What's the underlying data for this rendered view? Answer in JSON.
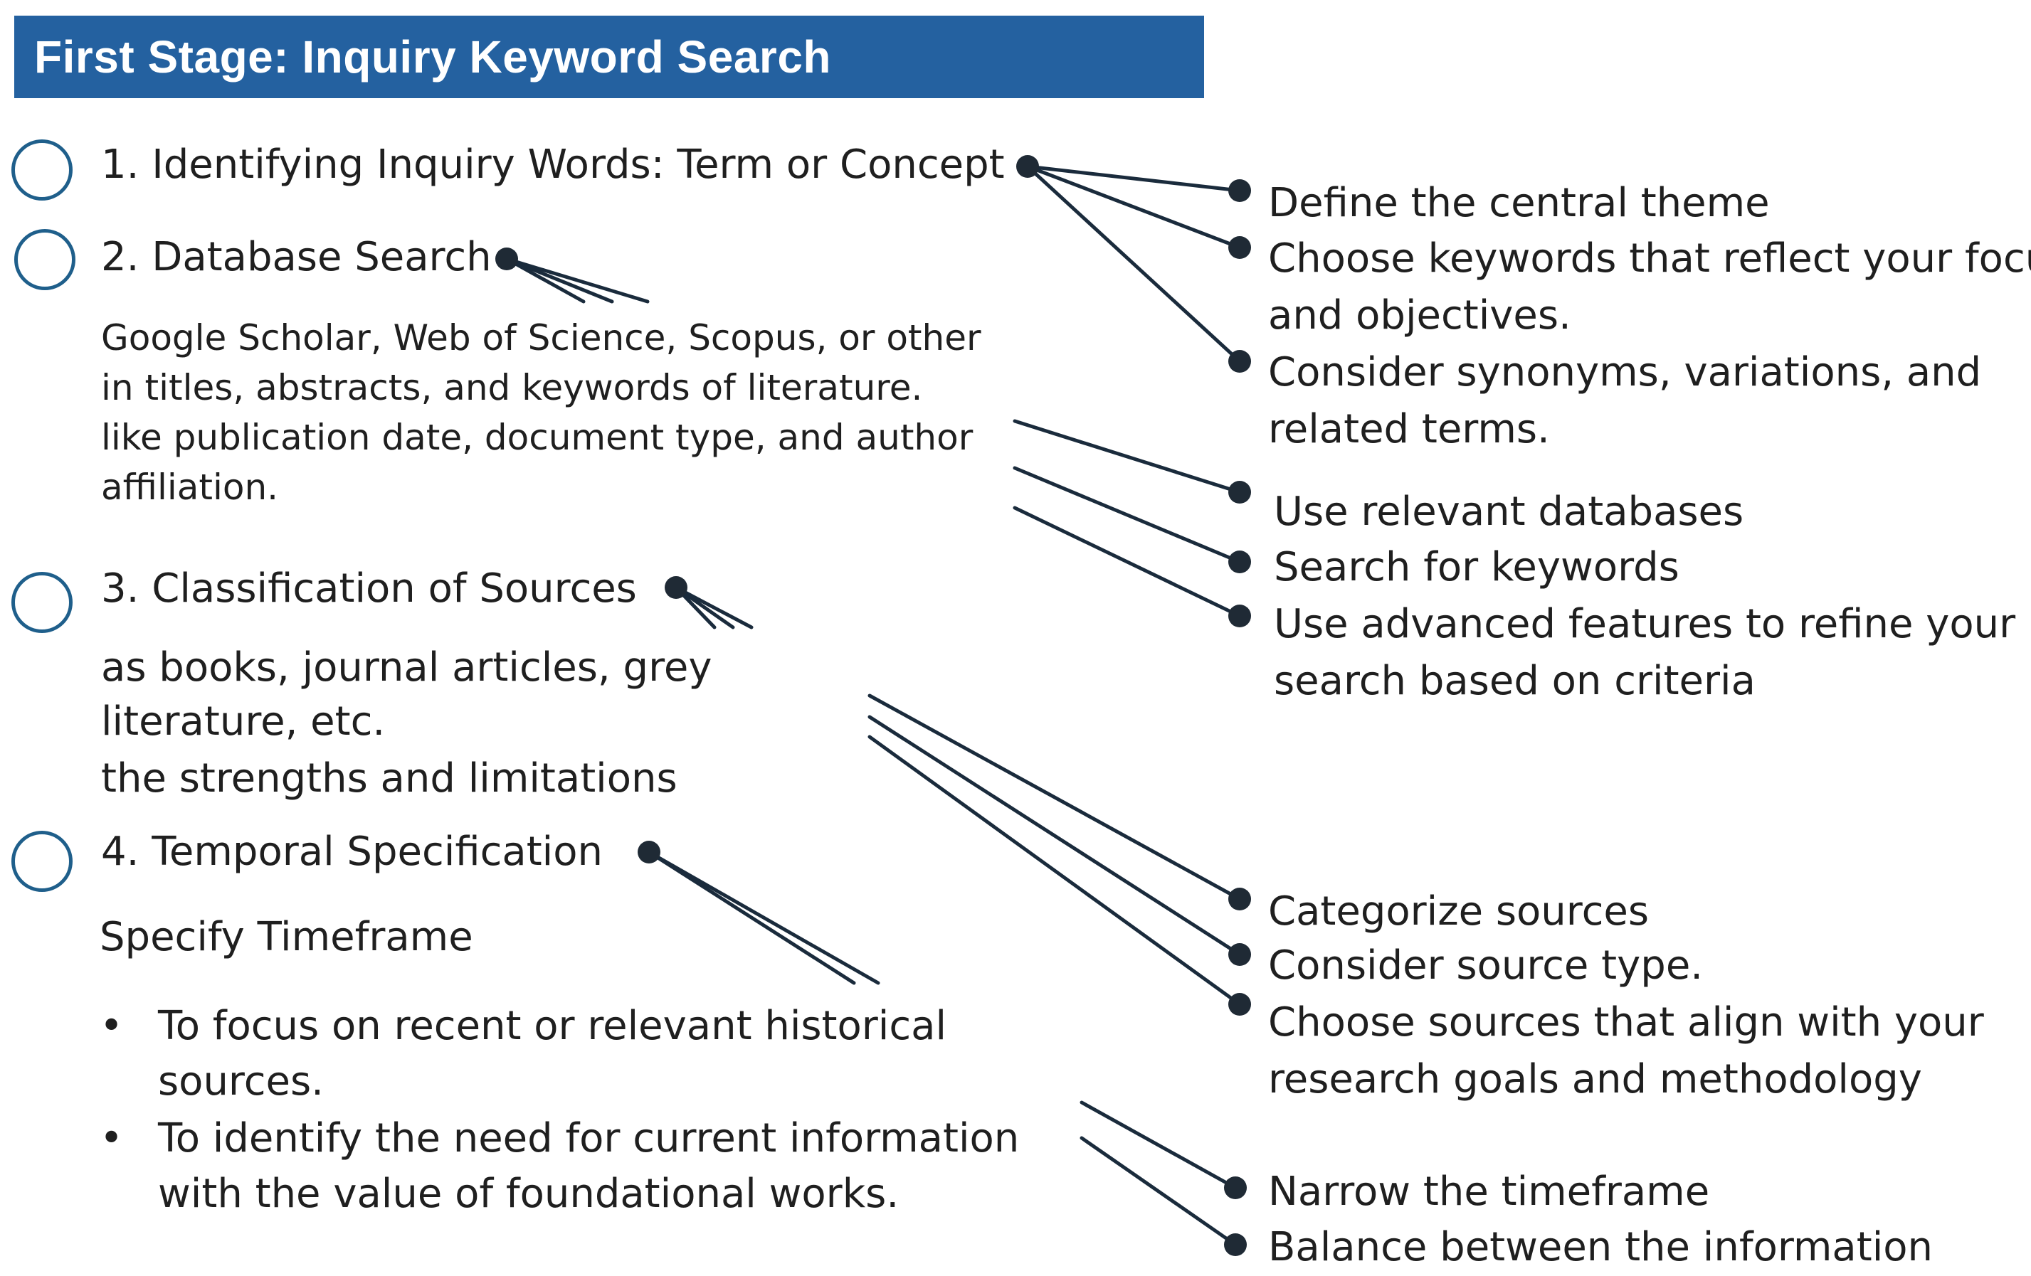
{
  "title": "First Stage: Inquiry Keyword Search",
  "colors": {
    "title_bg": "#2461a0",
    "circle": "#1f5f8b",
    "line": "#1a2b3c"
  },
  "stages": [
    {
      "heading": "1. Identifying Inquiry Words: Term or Concept",
      "details": [],
      "items": [
        {
          "lines": [
            "Define the central theme"
          ]
        },
        {
          "lines": [
            "Choose keywords that reflect your focus",
            "and objectives."
          ]
        },
        {
          "lines": [
            "Consider synonyms, variations, and",
            "related terms."
          ]
        }
      ]
    },
    {
      "heading": "2. Database Search",
      "details": [
        "Google Scholar, Web of Science, Scopus, or other",
        "in titles, abstracts, and keywords of literature.",
        "like publication date, document type, and author",
        "affiliation."
      ],
      "items": [
        {
          "lines": [
            "Use relevant databases"
          ]
        },
        {
          "lines": [
            "Search for keywords"
          ]
        },
        {
          "lines": [
            "Use advanced features to refine your",
            "search based on criteria"
          ]
        }
      ]
    },
    {
      "heading": "3. Classification of Sources",
      "details": [
        "as books, journal articles, grey",
        "literature, etc.",
        "the strengths and limitations"
      ],
      "items": [
        {
          "lines": [
            "Categorize sources"
          ]
        },
        {
          "lines": [
            "Consider source type."
          ]
        },
        {
          "lines": [
            "Choose sources that align with your",
            "research goals and methodology"
          ]
        }
      ]
    },
    {
      "heading": "4. Temporal Specification",
      "subheading": "Specify Timeframe",
      "bullet_symbol": "•",
      "bullets": [
        {
          "lines": [
            "To focus on recent or relevant historical",
            "sources."
          ]
        },
        {
          "lines": [
            "To identify the need for current information",
            "with the value of foundational works."
          ]
        }
      ],
      "items": [
        {
          "lines": [
            "Narrow the timeframe"
          ]
        },
        {
          "lines": [
            "Balance between the information"
          ]
        }
      ]
    }
  ]
}
